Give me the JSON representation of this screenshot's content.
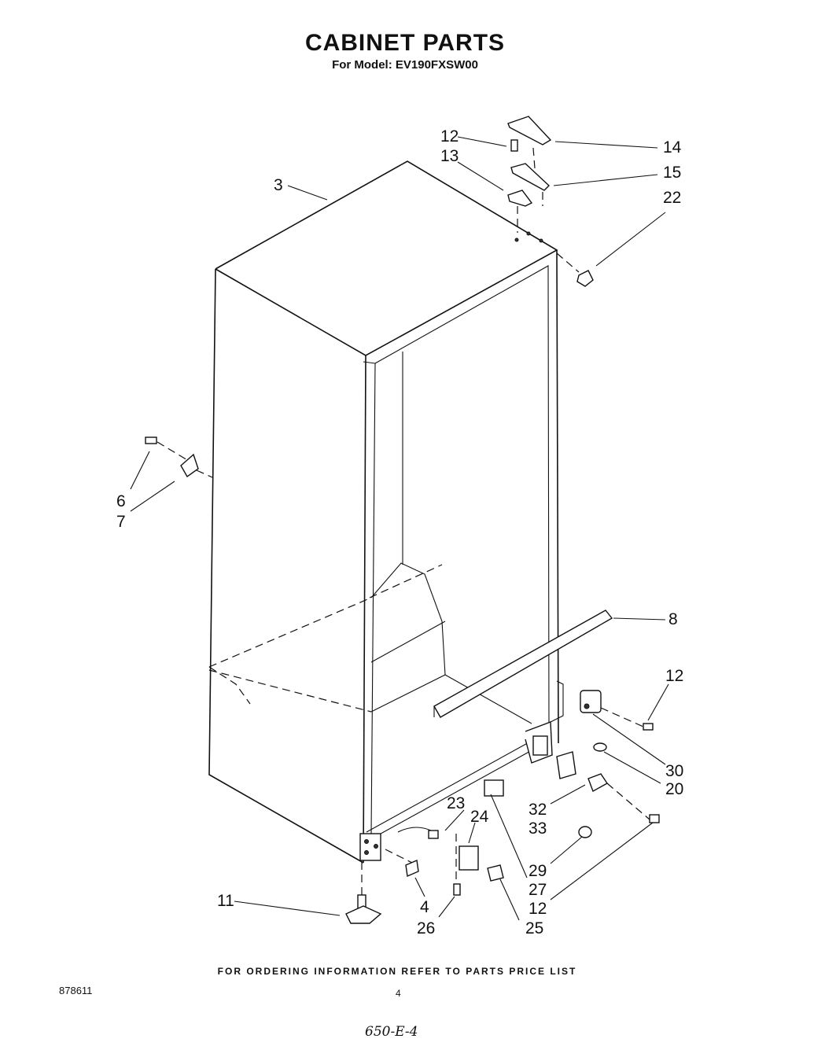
{
  "header": {
    "title": "CABINET PARTS",
    "subtitle": "For Model: EV190FXSW00"
  },
  "callouts": {
    "c3": "3",
    "c12a": "12",
    "c13": "13",
    "c14": "14",
    "c15": "15",
    "c22": "22",
    "c6": "6",
    "c7": "7",
    "c8": "8",
    "c12b": "12",
    "c30": "30",
    "c20": "20",
    "c32": "32",
    "c33": "33",
    "c29": "29",
    "c23": "23",
    "c24": "24",
    "c27": "27",
    "c12c": "12",
    "c11": "11",
    "c4": "4",
    "c26": "26",
    "c25": "25"
  },
  "footer": {
    "ordering_note": "FOR ORDERING INFORMATION REFER TO PARTS PRICE LIST",
    "doc_number": "878611",
    "page_number": "4",
    "handwritten": "650-E-4"
  }
}
